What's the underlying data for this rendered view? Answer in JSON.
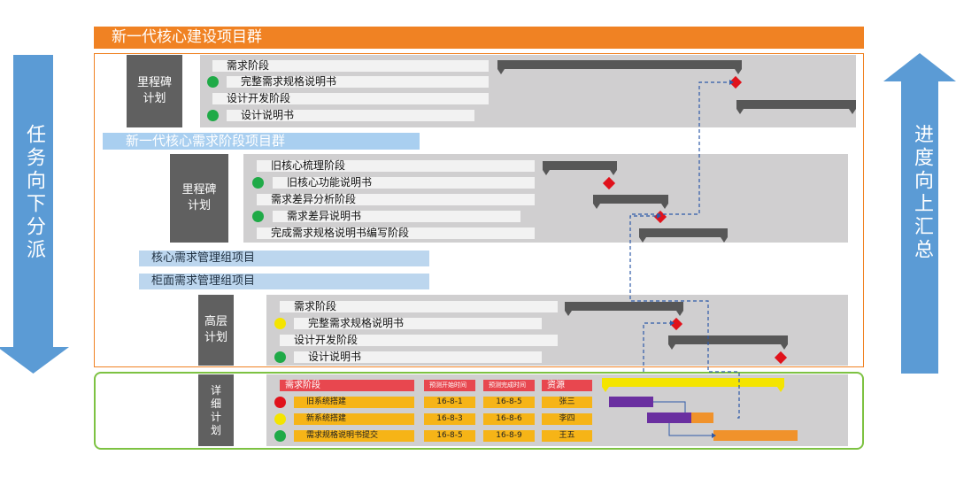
{
  "title": "新一代核心建设项目群",
  "left_arrow_text": "任务向下分派",
  "right_arrow_text": "进度向上汇总",
  "section1": {
    "side_label": "里程碑\n计划",
    "rows": [
      "需求阶段",
      "完整需求规格说明书",
      "设计开发阶段",
      "设计说明书"
    ]
  },
  "section2": {
    "header": "新一代核心需求阶段项目群",
    "side_label": "里程碑\n计划",
    "rows": [
      "旧核心梳理阶段",
      "旧核心功能说明书",
      "需求差异分析阶段",
      "需求差异说明书",
      "完成需求规格说明书编写阶段"
    ]
  },
  "group_headers": [
    "核心需求管理组项目",
    "柜面需求管理组项目"
  ],
  "section3": {
    "side_label": "高层\n计划",
    "rows": [
      "需求阶段",
      "完整需求规格说明书",
      "设计开发阶段",
      "设计说明书"
    ]
  },
  "detail": {
    "side_label": "详细计划",
    "headers": [
      "需求阶段",
      "预测开始时间",
      "预测完成时间",
      "资源"
    ],
    "rows": [
      {
        "task": "旧系统搭建",
        "start": "16-8-1",
        "end": "16-8-5",
        "owner": "张三",
        "status_color": "#e0121b"
      },
      {
        "task": "新系统搭建",
        "start": "16-8-3",
        "end": "16-8-6",
        "owner": "李四",
        "status_color": "#f4e400"
      },
      {
        "task": "需求规格说明书提交",
        "start": "16-8-5",
        "end": "16-8-9",
        "owner": "王五",
        "status_color": "#1faa47"
      }
    ]
  },
  "colors": {
    "orange": "#f08223",
    "green": "#7dc242",
    "blue_arrow": "#5b9bd5",
    "milestone": "#e0121b"
  }
}
